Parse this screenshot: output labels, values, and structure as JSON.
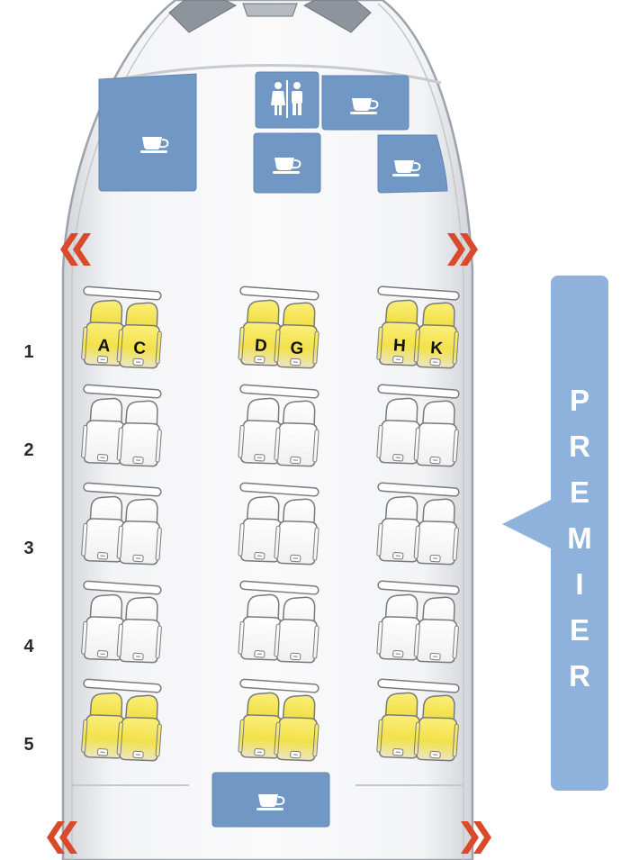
{
  "cabin_label": "P\nR\nE\nM\nI\nE\nR",
  "colors": {
    "selected_seat": "#f2e14a",
    "available_seat": "#ffffff",
    "facility": "#7197c4",
    "label": "#8fb2dc",
    "exit_arrow": "#d94a2a"
  },
  "rows": [
    {
      "number": "1",
      "seats": [
        {
          "letter": "A",
          "status": "highlighted"
        },
        {
          "letter": "C",
          "status": "highlighted"
        },
        {
          "letter": "D",
          "status": "highlighted"
        },
        {
          "letter": "G",
          "status": "highlighted"
        },
        {
          "letter": "H",
          "status": "highlighted"
        },
        {
          "letter": "K",
          "status": "highlighted"
        }
      ]
    },
    {
      "number": "2",
      "seats": [
        {
          "letter": "",
          "status": "standard"
        },
        {
          "letter": "",
          "status": "standard"
        },
        {
          "letter": "",
          "status": "standard"
        },
        {
          "letter": "",
          "status": "standard"
        },
        {
          "letter": "",
          "status": "standard"
        },
        {
          "letter": "",
          "status": "standard"
        }
      ]
    },
    {
      "number": "3",
      "seats": [
        {
          "letter": "",
          "status": "standard"
        },
        {
          "letter": "",
          "status": "standard"
        },
        {
          "letter": "",
          "status": "standard"
        },
        {
          "letter": "",
          "status": "standard"
        },
        {
          "letter": "",
          "status": "standard"
        },
        {
          "letter": "",
          "status": "standard"
        }
      ]
    },
    {
      "number": "4",
      "seats": [
        {
          "letter": "",
          "status": "standard"
        },
        {
          "letter": "",
          "status": "standard"
        },
        {
          "letter": "",
          "status": "standard"
        },
        {
          "letter": "",
          "status": "standard"
        },
        {
          "letter": "",
          "status": "standard"
        },
        {
          "letter": "",
          "status": "standard"
        }
      ]
    },
    {
      "number": "5",
      "seats": [
        {
          "letter": "",
          "status": "highlighted"
        },
        {
          "letter": "",
          "status": "highlighted"
        },
        {
          "letter": "",
          "status": "highlighted"
        },
        {
          "letter": "",
          "status": "highlighted"
        },
        {
          "letter": "",
          "status": "highlighted"
        },
        {
          "letter": "",
          "status": "highlighted"
        }
      ]
    }
  ],
  "facilities": [
    {
      "kind": "galley",
      "icon": "coffee-cup-icon"
    },
    {
      "kind": "lavatory",
      "icon": "lavatory-icon"
    },
    {
      "kind": "galley",
      "icon": "coffee-cup-icon"
    },
    {
      "kind": "galley",
      "icon": "coffee-cup-icon"
    },
    {
      "kind": "galley",
      "icon": "coffee-cup-icon"
    },
    {
      "kind": "galley",
      "icon": "coffee-cup-icon"
    }
  ],
  "exits": [
    {
      "side": "left",
      "icon": "exit-arrow-left-icon"
    },
    {
      "side": "right",
      "icon": "exit-arrow-right-icon"
    },
    {
      "side": "left",
      "icon": "exit-arrow-left-icon"
    },
    {
      "side": "right",
      "icon": "exit-arrow-right-icon"
    }
  ]
}
